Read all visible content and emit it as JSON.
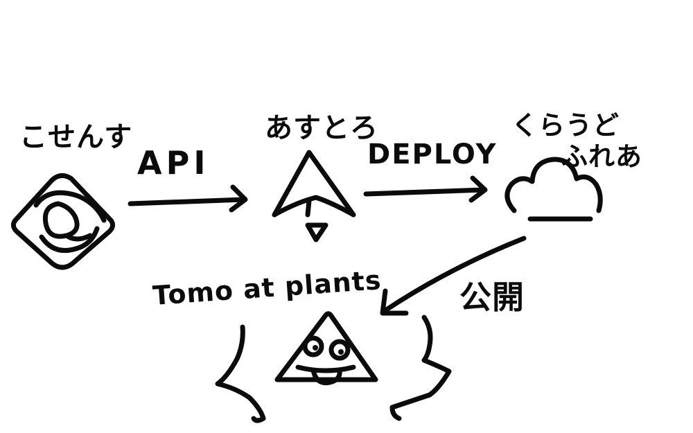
{
  "nodes": {
    "cosmos": {
      "label": "こせんす",
      "icon": "cosmos-db-icon"
    },
    "astro": {
      "label": "あすとろ",
      "icon": "astro-icon"
    },
    "cloudflare": {
      "label_line1": "くらうど",
      "label_line2": "ふれあ",
      "icon": "cloud-icon"
    },
    "tomo": {
      "label": "Tomo at plants",
      "icon": "triangle-face-icon"
    }
  },
  "edges": {
    "api": {
      "label": "API"
    },
    "deploy": {
      "label": "DEPLOY"
    },
    "publish": {
      "label": "公開"
    }
  },
  "colors": {
    "ink": "#0b0b0b",
    "background": "#ffffff"
  }
}
